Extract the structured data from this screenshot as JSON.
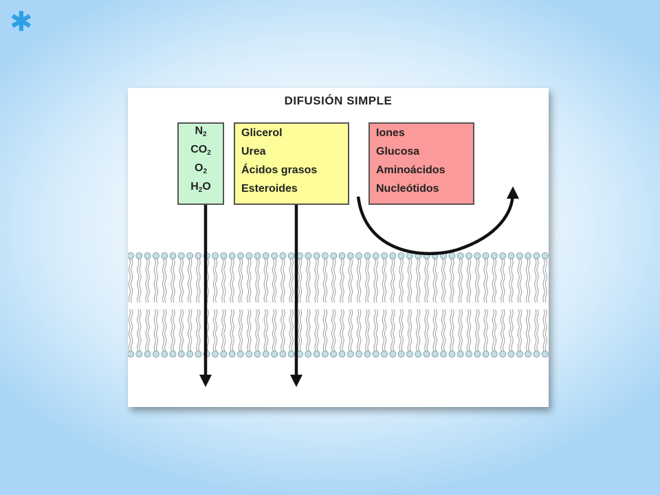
{
  "slide": {
    "decoration_icon": "star-icon",
    "accent_color": "#2fa0e6"
  },
  "diagram": {
    "title": "DIFUSIÓN SIMPLE",
    "gases": [
      {
        "base": "N",
        "sub": "2",
        "tail": ""
      },
      {
        "base": "CO",
        "sub": "2",
        "tail": ""
      },
      {
        "base": "O",
        "sub": "2",
        "tail": ""
      },
      {
        "base": "H",
        "sub": "2",
        "tail": "O"
      }
    ],
    "lipid_soluble": [
      "Glicerol",
      "Urea",
      "Ácidos grasos",
      "Esteroides"
    ],
    "polar_molecules": [
      "Iones",
      "Glucosa",
      "Aminoácidos",
      "Nucleótidos"
    ],
    "colors": {
      "gases_box": "#c9f5d2",
      "lipid_box": "#fdfd9a",
      "polar_box": "#fb9a9a",
      "lipid_head": "#c4dfe6",
      "lipid_tail": "#9a9a9a"
    }
  }
}
